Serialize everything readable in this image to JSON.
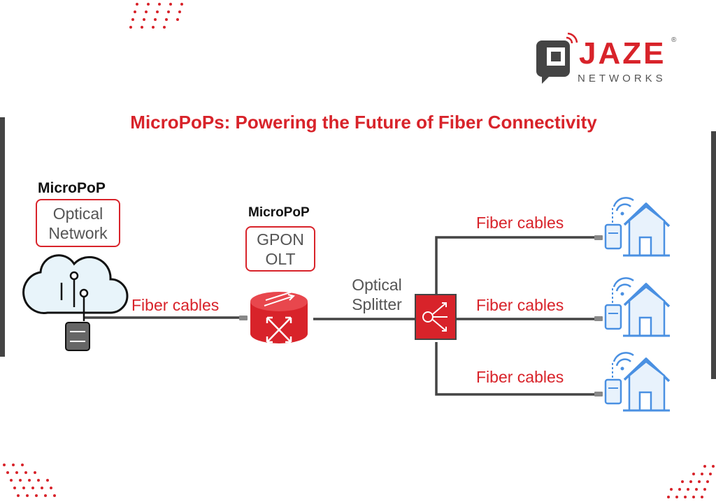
{
  "brand": {
    "name": "JAZE",
    "sub": "NETWORKS",
    "registered_mark": "®",
    "color_red": "#d8232a",
    "color_dark": "#444444"
  },
  "title": "MicroPoPs: Powering the Future of Fiber Connectivity",
  "optical_network": {
    "heading": "MicroPoP",
    "box_line1": "Optical",
    "box_line2": "Network",
    "icon": "cloud-server-icon"
  },
  "olt": {
    "heading": "MicroPoP",
    "box_line1": "GPON",
    "box_line2": "OLT",
    "icon": "router-icon"
  },
  "splitter": {
    "line1": "Optical",
    "line2": "Splitter",
    "icon": "optical-splitter-icon"
  },
  "links": {
    "network_to_olt": "Fiber cables",
    "to_home_1": "Fiber cables",
    "to_home_2": "Fiber cables",
    "to_home_3": "Fiber cables"
  },
  "homes": [
    {
      "icon": "home-wifi-icon",
      "color": "#4a90e2"
    },
    {
      "icon": "home-wifi-icon",
      "color": "#4a90e2"
    },
    {
      "icon": "home-wifi-icon",
      "color": "#4a90e2"
    }
  ]
}
